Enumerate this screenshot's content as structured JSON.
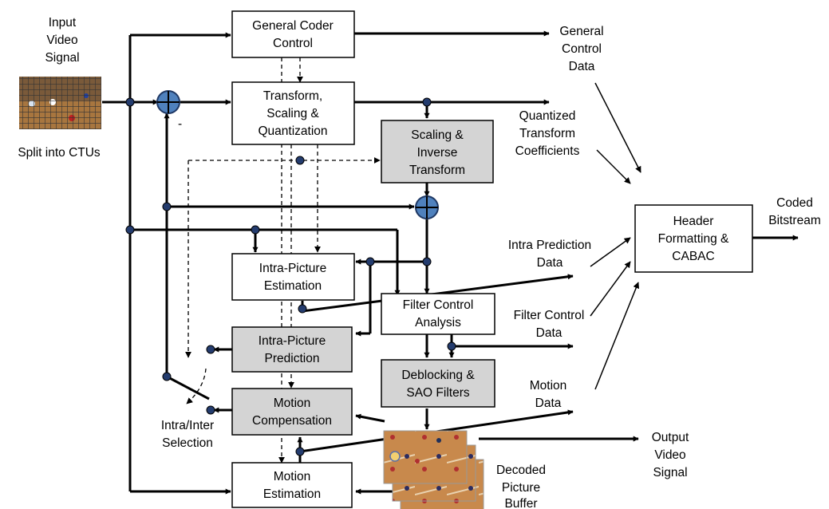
{
  "blocks": {
    "general_coder_control": [
      "General Coder",
      "Control"
    ],
    "transform_scaling_quantization": [
      "Transform,",
      "Scaling &",
      "Quantization"
    ],
    "scaling_inverse_transform": [
      "Scaling &",
      "Inverse",
      "Transform"
    ],
    "intra_picture_estimation": [
      "Intra-Picture",
      "Estimation"
    ],
    "intra_picture_prediction": [
      "Intra-Picture",
      "Prediction"
    ],
    "filter_control_analysis": [
      "Filter Control",
      "Analysis"
    ],
    "deblocking_sao_filters": [
      "Deblocking &",
      "SAO Filters"
    ],
    "motion_compensation": [
      "Motion",
      "Compensation"
    ],
    "motion_estimation": [
      "Motion",
      "Estimation"
    ],
    "header_formatting_cabac": [
      "Header",
      "Formatting &",
      "CABAC"
    ]
  },
  "labels": {
    "input_video_signal": [
      "Input",
      "Video",
      "Signal"
    ],
    "split_into_ctus": "Split into CTUs",
    "general_control_data": [
      "General",
      "Control",
      "Data"
    ],
    "quantized_transform_coefficients": [
      "Quantized",
      "Transform",
      "Coefficients"
    ],
    "coded_bitstream": [
      "Coded",
      "Bitstream"
    ],
    "intra_prediction_data": [
      "Intra Prediction",
      "Data"
    ],
    "filter_control_data": [
      "Filter Control",
      "Data"
    ],
    "motion_data": [
      "Motion",
      "Data"
    ],
    "output_video_signal": [
      "Output",
      "Video",
      "Signal"
    ],
    "decoded_picture_buffer": [
      "Decoded",
      "Picture",
      "Buffer"
    ],
    "intra_inter_selection": [
      "Intra/Inter",
      "Selection"
    ],
    "minus_sign": "-"
  }
}
